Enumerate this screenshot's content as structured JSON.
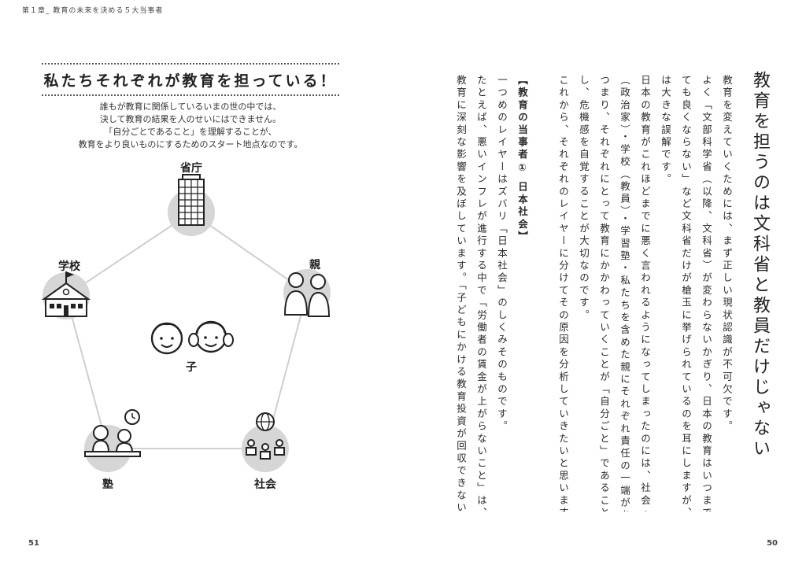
{
  "running_header": "第１章_ 教育の未来を決める５大当事者",
  "page_left": "51",
  "page_right": "50",
  "box_title": "私たちそれぞれが教育を担っている！",
  "intro_lines": [
    "誰もが教育に関係しているいまの世の中では、",
    "決して教育の結果を人のせいにはできません。",
    "「自分ごとであること」を理解することが、",
    "教育をより良いものにするためのスタート地点なのです。"
  ],
  "diagram": {
    "top": "省庁",
    "right": "親",
    "bottom_right": "社会",
    "bottom_left": "塾",
    "left": "学校",
    "center": "子"
  },
  "heading": "教育を担うのは文科省と教員だけじゃない",
  "columns": [
    "教育を変えていくためには、まず正しい現状認識が不可欠です。",
    "よく「文部科学省（以降、文科省）が変わらないかぎり、日本の教育はいつまでたっ",
    "ても良くならない」など文科省だけが槍玉に挙げられているのを耳にしますが、それ",
    "は大きな誤解です。",
    "日本の教育がこれほどまでに悪く言われるようになってしまったのには、社会・省庁",
    "（政治家）・学校（教員）・学習塾・私たちを含めた親にそれぞれ責任の一端がある」こと、",
    "つまり、それぞれにとって教育にかかわっていくことが「自分ごと」であることを理解",
    "し、危機感を自覚することが大切なのです。",
    "これから、それぞれのレイヤーに分けてその原因を分析していきたいと思います。",
    "",
    "【教育の当事者① 日本社会】",
    "一つめのレイヤーはズバリ「日本社会」のしくみそのものです。",
    "たとえば、悪いインフレが進行する中で「労働者の賃金が上がらないこと」は、実は",
    "教育に深刻な影響を及ぼしています。「子どもにかける教育投資が回収できないことを"
  ]
}
